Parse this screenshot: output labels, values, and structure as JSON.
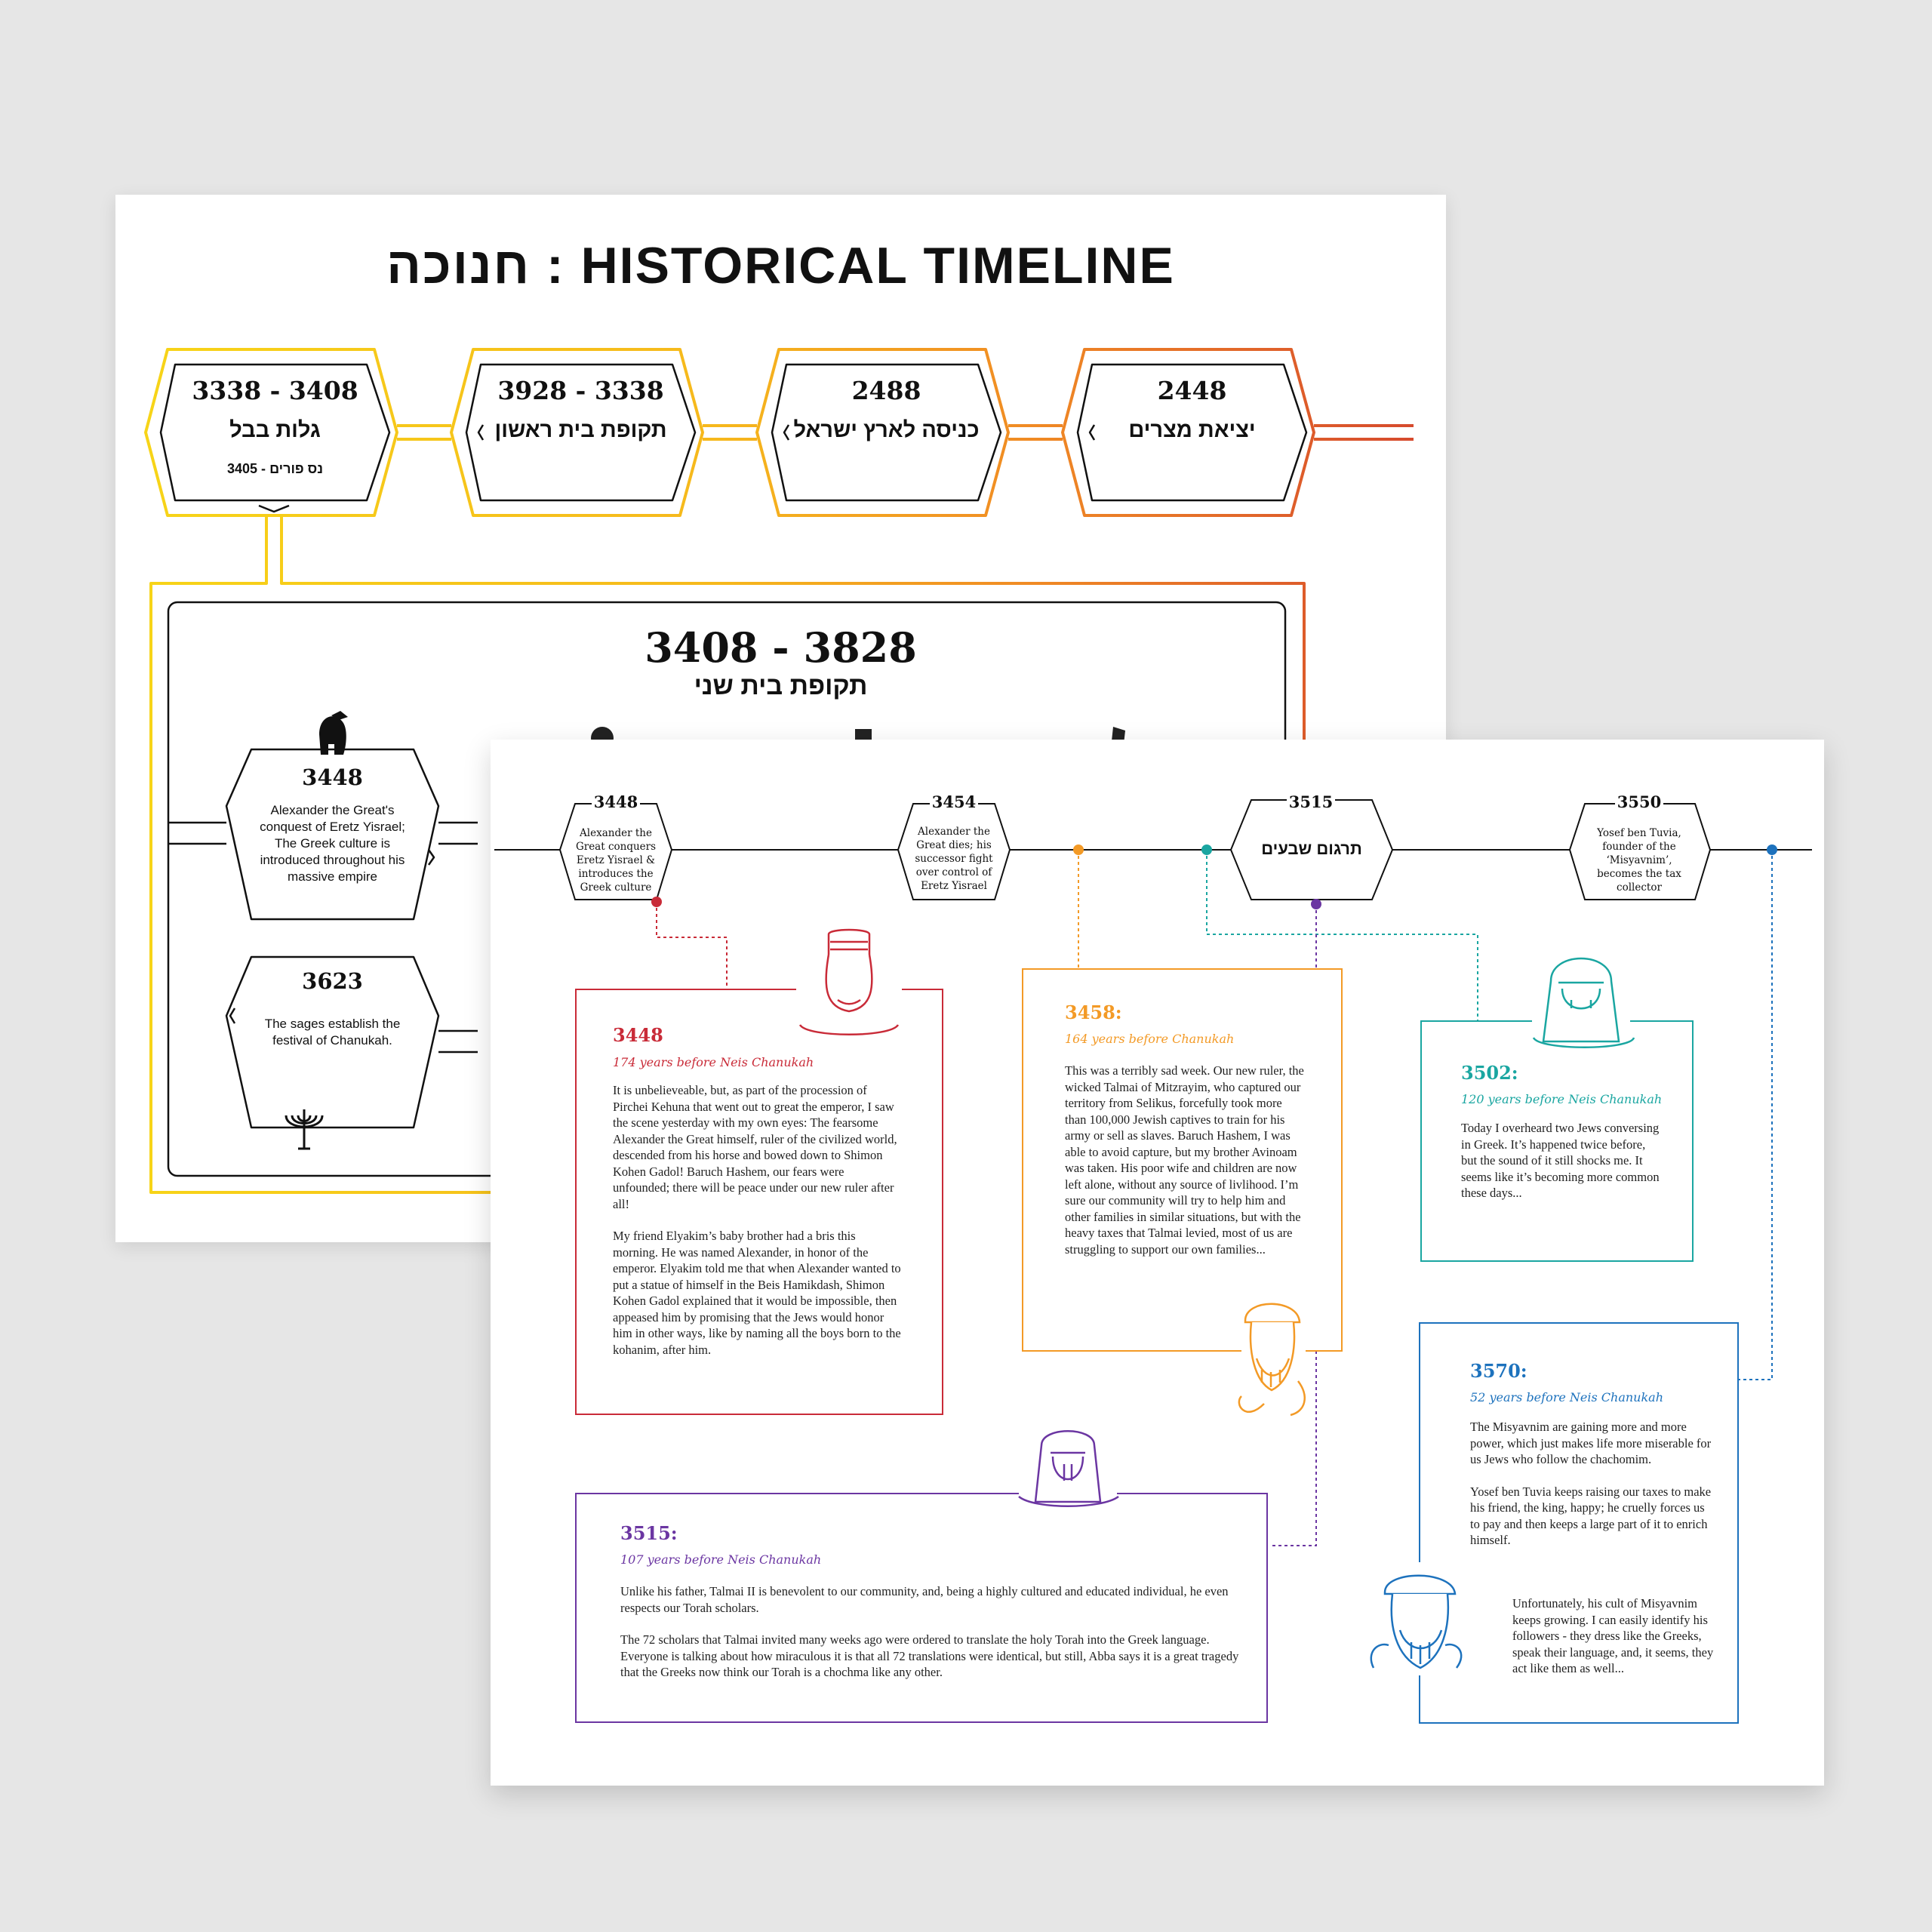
{
  "colors": {
    "yellow": "#f7d418",
    "orange": "#f08a24",
    "red": "#d64a2d",
    "card_red": "#c92b38",
    "card_orange": "#f39a26",
    "card_teal": "#1aa6a1",
    "card_purple": "#6b36a2",
    "card_blue": "#1d72bd"
  },
  "back": {
    "title": "חנוכה : HISTORICAL TIMELINE",
    "top_hexes": [
      {
        "years": "3338 - 3408",
        "name": "גלות בבל",
        "sub": "3405 - נס פורים"
      },
      {
        "years": "3928 - 3338",
        "name": "תקופת בית ראשון"
      },
      {
        "years": "2488",
        "name": "כניסה לארץ ישראל"
      },
      {
        "years": "2448",
        "name": "יציאת מצרים"
      }
    ],
    "period": {
      "range": "3408 - 3828",
      "name": "תקופת בית שני"
    },
    "sub_events": [
      {
        "year": "3448",
        "text": "Alexander the Great's conquest of Eretz Yisrael; The Greek culture is introduced throughout his massive empire",
        "icon": "spartan-helmet-icon"
      },
      {
        "year": "3623",
        "text": "The sages establish the festival of Chanukah.",
        "icon": "menorah-icon"
      }
    ]
  },
  "front": {
    "events": [
      {
        "year": "3448",
        "text": "Alexander the Great conquers Eretz Yisrael & introduces the Greek culture"
      },
      {
        "year": "3454",
        "text": "Alexander the Great dies; his successor fight over control of Eretz Yisrael"
      },
      {
        "year": "3515",
        "text": "תרגום שבעים"
      },
      {
        "year": "3550",
        "text": "Yosef ben Tuvia, founder of the ‘Misyavnim’, becomes the tax collector"
      }
    ],
    "cards": [
      {
        "year": "3448",
        "subtitle": "174 years before Neis Chanukah",
        "paragraphs": [
          "It is unbelieveable, but, as part of the procession of Pirchei Kehuna that went out to great the emperor, I saw the scene yesterday with my own eyes: The fearsome Alexander the Great himself, ruler of the civilized world, descended from his horse and bowed down to Shimon Kohen Gadol! Baruch Hashem, our fears were unfounded; there will be peace under our new ruler after all!",
          "My friend Elyakim’s baby brother had a bris this morning. He was named Alexander, in honor of the emperor. Elyakim told me that when Alexander wanted to put a statue of himself in the Beis Hamikdash, Shimon Kohen Gadol explained that it would be impossible, then appeased him by promising that the Jews would honor him in other ways, like by naming all the boys born to the kohanim, after him."
        ]
      },
      {
        "year": "3458:",
        "subtitle": "164 years before Chanukah",
        "paragraphs": [
          "This was a terribly sad week. Our new ruler, the wicked Talmai of Mitzrayim, who captured our territory from Selikus, forcefully took more than 100,000 Jewish captives to train for his army or sell as slaves. Baruch Hashem, I was able to avoid capture, but my brother Avinoam was taken. His poor wife and children are now left alone, without any source of livlihood. I’m sure our community will try to help him and other families in similar situations, but with the heavy taxes that Talmai levied, most of us are struggling to support our own families..."
        ]
      },
      {
        "year": "3502:",
        "subtitle": "120 years before Neis Chanukah",
        "paragraphs": [
          "Today I overheard two Jews conversing  in Greek. It’s happened twice before, but the sound of it still shocks me. It seems like it’s becoming more common these days..."
        ]
      },
      {
        "year": "3515:",
        "subtitle": "107 years before Neis Chanukah",
        "paragraphs": [
          "Unlike his father, Talmai II is benevolent to our community, and, being a highly cultured and educated individual, he even respects our Torah scholars.",
          "The 72 scholars that Talmai invited many weeks ago were ordered to translate the holy Torah into the Greek language. Everyone is talking about how miraculous it is that all 72 translations were identical, but still, Abba says it is a great tragedy that the Greeks now think our Torah is a chochma like any other."
        ]
      },
      {
        "year": "3570:",
        "subtitle": "52 years before Neis Chanukah",
        "paragraphs": [
          "The Misyavnim are gaining more and more power, which just makes life more miserable for us Jews who follow the chachomim.",
          "Yosef ben Tuvia keeps raising our taxes to make his friend, the king, happy; he cruelly forces us to pay and then keeps a large part of it to enrich himself.",
          "Unfortunately, his cult of Misyavnim keeps growing. I can easily identify his followers - they dress like the Greeks, speak their language, and, it seems, they act like them as well..."
        ]
      }
    ]
  }
}
